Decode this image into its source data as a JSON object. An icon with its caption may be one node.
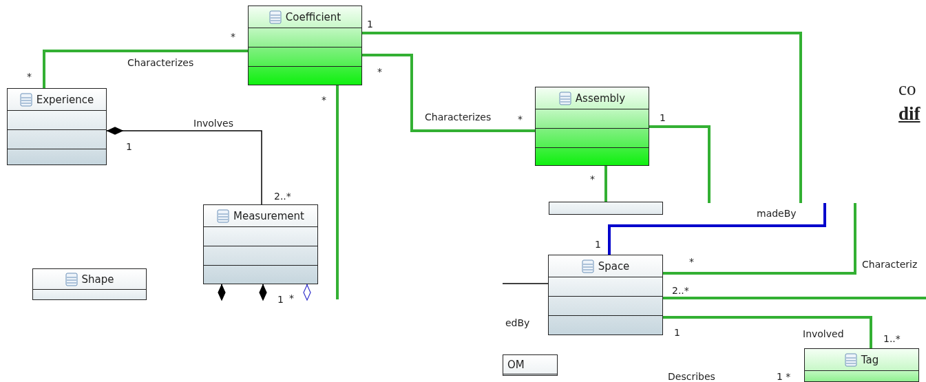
{
  "diagram": {
    "nodes": [
      {
        "text": [
          "Coefficient"
        ]
      },
      {
        "text": [
          "Experience"
        ]
      },
      {
        "text": [
          "Assembly"
        ]
      },
      {
        "text": [
          "Measurement"
        ]
      },
      {
        "text": [
          "Shape"
        ]
      },
      {
        "text": [],
        "shape": "box"
      },
      {
        "text": [
          "Space"
        ]
      },
      {
        "text": [
          "OM"
        ]
      },
      {
        "text": [
          "Tag"
        ]
      }
    ],
    "edges": [
      {
        "from": 0,
        "to": 1,
        "arrow": "none",
        "label": "Characterizes"
      },
      {
        "from": 0,
        "to": 2,
        "arrow": "none",
        "label": "Characterizes"
      },
      {
        "from": 0,
        "to": null,
        "arrow": "none"
      },
      {
        "from": 0,
        "to": null,
        "arrow": "none"
      },
      {
        "from": 1,
        "to": 3,
        "arrow": "other",
        "label": "Involves",
        "color": "#000000"
      },
      {
        "from": 2,
        "to": 5,
        "arrow": "none"
      },
      {
        "from": 2,
        "to": null,
        "arrow": "none"
      },
      {
        "from": null,
        "to": 6,
        "arrow": "none",
        "label": "madeBy",
        "color": "#0000cc"
      },
      {
        "from": 6,
        "to": null,
        "arrow": "none",
        "label": "Characteriz"
      },
      {
        "from": 6,
        "to": null,
        "arrow": "none"
      },
      {
        "from": 6,
        "to": 8,
        "arrow": "none",
        "label": "Involved"
      },
      {
        "from": null,
        "to": 6,
        "arrow": "none",
        "label": "edBy",
        "color": "#000000"
      },
      {
        "from": 3,
        "to": null,
        "arrow": "other",
        "color": "#000000"
      },
      {
        "from": 3,
        "to": null,
        "arrow": "other",
        "color": "#000000"
      },
      {
        "from": 3,
        "to": null,
        "arrow": "other",
        "color": "#3333cc"
      }
    ],
    "labels": [
      "1",
      "*",
      "*",
      "*",
      "*",
      "co",
      "*",
      "1",
      "dif",
      "1",
      "*",
      "2..*",
      "1",
      "*",
      "2..*",
      "1",
      "*",
      "1",
      "1..*",
      "Describes",
      "1 *"
    ]
  }
}
